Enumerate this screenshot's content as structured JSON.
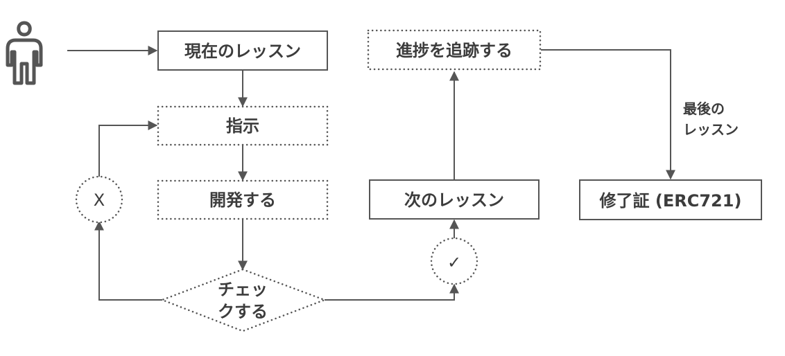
{
  "nodes": {
    "current_lesson": "現在のレッスン",
    "instructions": "指示",
    "develop": "開発する",
    "check_line1": "チェッ",
    "check_line2": "クする",
    "fail_mark": "X",
    "pass_mark": "✓",
    "next_lesson": "次のレッスン",
    "track_progress": "進捗を追跡する",
    "certificate": "修了証 (ERC721)"
  },
  "edges": {
    "last_lesson_line1": "最後の",
    "last_lesson_line2": "レッスン"
  },
  "icons": {
    "user": "person-icon"
  }
}
